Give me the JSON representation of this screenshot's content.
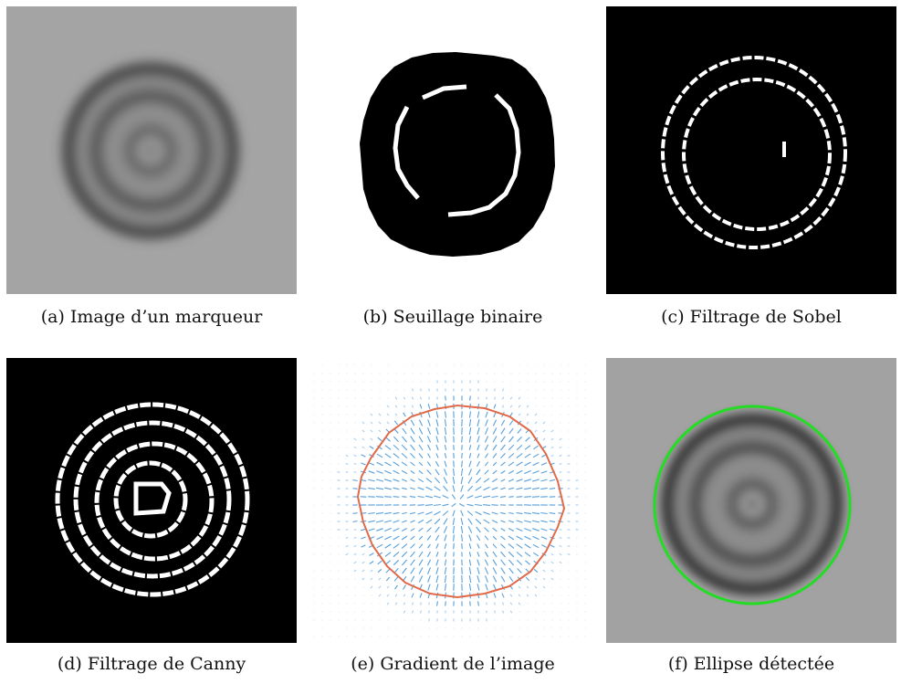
{
  "figure": {
    "panels": [
      {
        "id": "a",
        "caption": "(a) Image d’un marqueur"
      },
      {
        "id": "b",
        "caption": "(b) Seuillage binaire"
      },
      {
        "id": "c",
        "caption": "(c) Filtrage de Sobel"
      },
      {
        "id": "d",
        "caption": "(d) Filtrage de Canny"
      },
      {
        "id": "e",
        "caption": "(e) Gradient de l’image"
      },
      {
        "id": "f",
        "caption": "(f) Ellipse détectée"
      }
    ]
  },
  "colors": {
    "ellipse_green": "#22dd22",
    "gradient_arrows": "#3a8fd6",
    "fitted_contour": "#e06a4a"
  }
}
